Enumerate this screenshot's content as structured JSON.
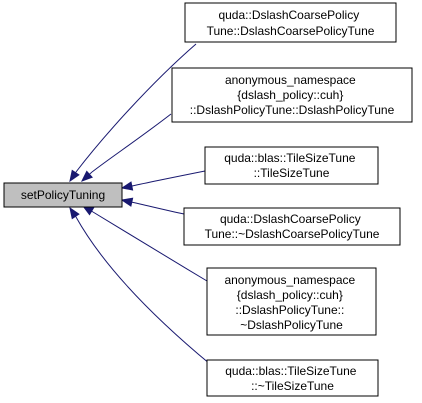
{
  "colors": {
    "edge": "#191970",
    "focus_fill": "#bfbfbf",
    "node_fill": "#ffffff",
    "node_border": "#000000"
  },
  "focus": {
    "label": "setPolicyTuning"
  },
  "callers": [
    {
      "lines": [
        "quda::DslashCoarsePolicy",
        "Tune::DslashCoarsePolicyTune"
      ]
    },
    {
      "lines": [
        "anonymous_namespace",
        "{dslash_policy::cuh}",
        "::DslashPolicyTune::DslashPolicyTune"
      ]
    },
    {
      "lines": [
        "quda::blas::TileSizeTune",
        "::TileSizeTune"
      ]
    },
    {
      "lines": [
        "quda::DslashCoarsePolicy",
        "Tune::~DslashCoarsePolicyTune"
      ]
    },
    {
      "lines": [
        "anonymous_namespace",
        "{dslash_policy::cuh}",
        "::DslashPolicyTune::",
        "~DslashPolicyTune"
      ]
    },
    {
      "lines": [
        "quda::blas::TileSizeTune",
        "::~TileSizeTune"
      ]
    }
  ]
}
